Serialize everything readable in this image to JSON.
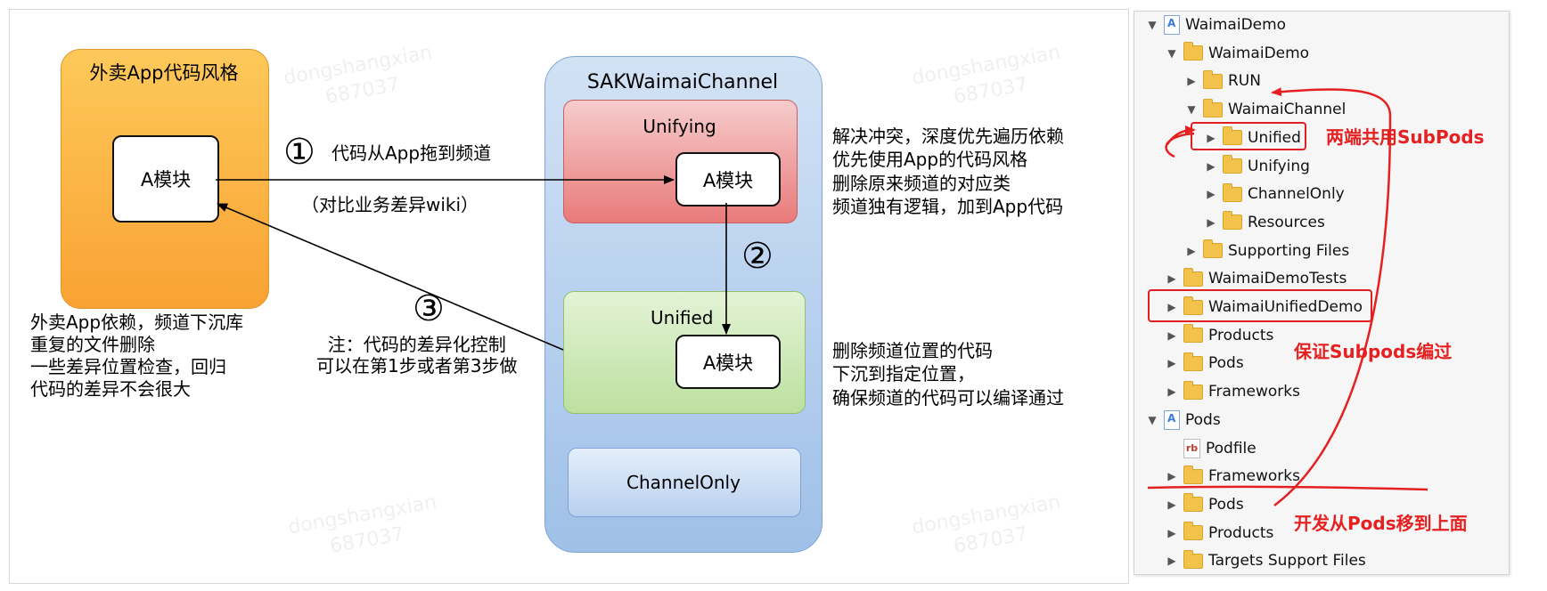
{
  "diagram": {
    "app_zone_title": "外卖App代码风格",
    "channel_zone_title": "SAKWaimaiChannel",
    "unifying_title": "Unifying",
    "unified_title": "Unified",
    "channel_only_title": "ChannelOnly",
    "module_label": "A模块",
    "step1_marker": "①",
    "step1_label": "代码从App拖到频道",
    "step1_sub": "（对比业务差异wiki）",
    "step2_marker": "②",
    "step3_marker": "③",
    "note_text": "注：代码的差异化控制\n可以在第1步或者第3步做",
    "unifying_desc": "解决冲突，深度优先遍历依赖\n优先使用App的代码风格\n删除原来频道的对应类\n频道独有逻辑，加到App代码",
    "unified_desc": "删除频道位置的代码\n下沉到指定位置，\n确保频道的代码可以编译通过",
    "app_desc": "外卖App依赖，频道下沉库\n重复的文件删除\n一些差异位置检查，回归\n代码的差异不会很大",
    "watermark": "dongshangxian\n687037",
    "colors": {
      "app_zone": "#fbb540",
      "channel_zone": "#a9c6ea",
      "unifying_zone": "#ec8a8a",
      "unified_zone": "#cfe8b8",
      "channel_only_zone": "#c6d9f0"
    }
  },
  "tree": {
    "rows": [
      {
        "label": "WaimaiDemo",
        "indent": 0,
        "icon": "project",
        "expanded": true
      },
      {
        "label": "WaimaiDemo",
        "indent": 1,
        "icon": "folder",
        "expanded": true
      },
      {
        "label": "RUN",
        "indent": 2,
        "icon": "folder",
        "expanded": false
      },
      {
        "label": "WaimaiChannel",
        "indent": 2,
        "icon": "folder",
        "expanded": true
      },
      {
        "label": "Unified",
        "indent": 3,
        "icon": "folder",
        "expanded": false
      },
      {
        "label": "Unifying",
        "indent": 3,
        "icon": "folder",
        "expanded": false
      },
      {
        "label": "ChannelOnly",
        "indent": 3,
        "icon": "folder",
        "expanded": false
      },
      {
        "label": "Resources",
        "indent": 3,
        "icon": "folder",
        "expanded": false
      },
      {
        "label": "Supporting Files",
        "indent": 2,
        "icon": "folder",
        "expanded": false
      },
      {
        "label": "WaimaiDemoTests",
        "indent": 1,
        "icon": "folder",
        "expanded": false
      },
      {
        "label": "WaimaiUnifiedDemo",
        "indent": 1,
        "icon": "folder",
        "expanded": false
      },
      {
        "label": "Products",
        "indent": 1,
        "icon": "folder",
        "expanded": false
      },
      {
        "label": "Pods",
        "indent": 1,
        "icon": "folder",
        "expanded": false
      },
      {
        "label": "Frameworks",
        "indent": 1,
        "icon": "folder",
        "expanded": false
      },
      {
        "label": "Pods",
        "indent": 0,
        "icon": "project",
        "expanded": true
      },
      {
        "label": "Podfile",
        "indent": 1,
        "icon": "rb",
        "expanded": null
      },
      {
        "label": "Frameworks",
        "indent": 1,
        "icon": "folder",
        "expanded": false
      },
      {
        "label": "Pods",
        "indent": 1,
        "icon": "folder",
        "expanded": false
      },
      {
        "label": "Products",
        "indent": 1,
        "icon": "folder",
        "expanded": false
      },
      {
        "label": "Targets Support Files",
        "indent": 1,
        "icon": "folder",
        "expanded": false
      }
    ],
    "annotation_shared": "两端共用SubPods",
    "annotation_compile": "保证Subpods编过",
    "annotation_move": "开发从Pods移到上面",
    "annotation_color": "#e52020"
  }
}
